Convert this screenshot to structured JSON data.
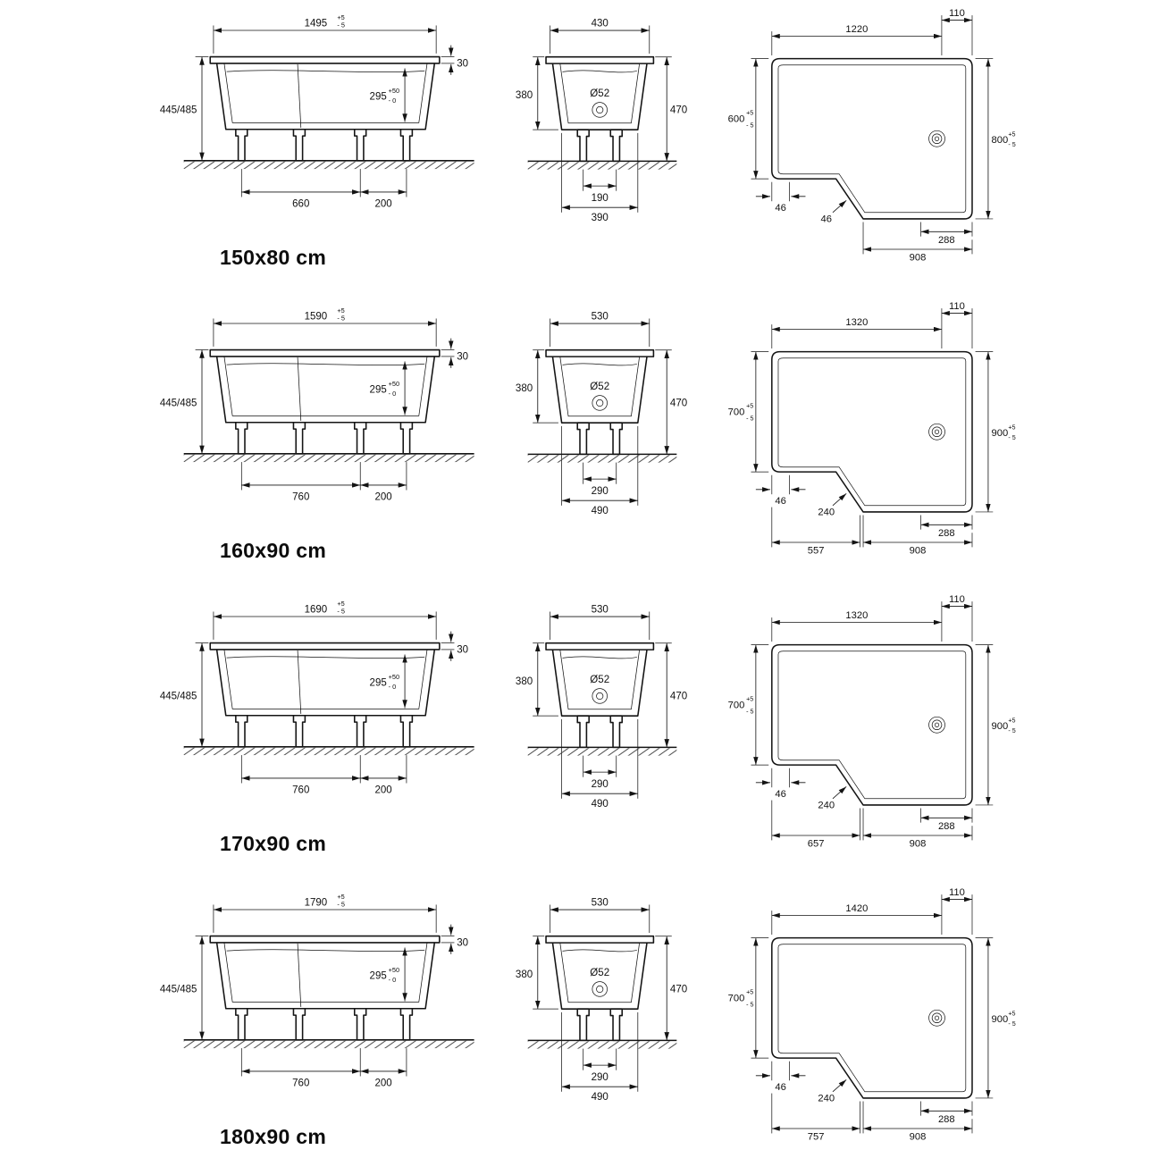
{
  "page": {
    "background": "#ffffff",
    "line_color": "#141414"
  },
  "rows": [
    {
      "label": "150x80 cm",
      "side": {
        "length": "1495",
        "tol_p": "+5",
        "tol_m": "- 5",
        "height": "445/485",
        "rim": "30",
        "depth": "295",
        "depth_tol_p": "+50",
        "depth_tol_m": "- 0",
        "feet_a": "660",
        "feet_b": "200"
      },
      "end": {
        "width": "430",
        "height_left": "380",
        "drain": "Ø52",
        "height_right": "470",
        "feet": "190",
        "base": "390"
      },
      "top": {
        "length": "1220",
        "corner": "110",
        "left": "600",
        "left_tol_p": "+5",
        "left_tol_m": "- 5",
        "right": "800",
        "right_tol_p": "+5",
        "right_tol_m": "- 5",
        "inset": "46",
        "step": "46",
        "shelf": "288",
        "bottom_right": "908",
        "bottom_left": ""
      }
    },
    {
      "label": "160x90 cm",
      "side": {
        "length": "1590",
        "tol_p": "+5",
        "tol_m": "- 5",
        "height": "445/485",
        "rim": "30",
        "depth": "295",
        "depth_tol_p": "+50",
        "depth_tol_m": "- 0",
        "feet_a": "760",
        "feet_b": "200"
      },
      "end": {
        "width": "530",
        "height_left": "380",
        "drain": "Ø52",
        "height_right": "470",
        "feet": "290",
        "base": "490"
      },
      "top": {
        "length": "1320",
        "corner": "110",
        "left": "700",
        "left_tol_p": "+5",
        "left_tol_m": "- 5",
        "right": "900",
        "right_tol_p": "+5",
        "right_tol_m": "- 5",
        "inset": "46",
        "step": "240",
        "shelf": "288",
        "bottom_right": "908",
        "bottom_left": "557"
      }
    },
    {
      "label": "170x90 cm",
      "side": {
        "length": "1690",
        "tol_p": "+5",
        "tol_m": "- 5",
        "height": "445/485",
        "rim": "30",
        "depth": "295",
        "depth_tol_p": "+50",
        "depth_tol_m": "- 0",
        "feet_a": "760",
        "feet_b": "200"
      },
      "end": {
        "width": "530",
        "height_left": "380",
        "drain": "Ø52",
        "height_right": "470",
        "feet": "290",
        "base": "490"
      },
      "top": {
        "length": "1320",
        "corner": "110",
        "left": "700",
        "left_tol_p": "+5",
        "left_tol_m": "- 5",
        "right": "900",
        "right_tol_p": "+5",
        "right_tol_m": "- 5",
        "inset": "46",
        "step": "240",
        "shelf": "288",
        "bottom_right": "908",
        "bottom_left": "657"
      }
    },
    {
      "label": "180x90 cm",
      "side": {
        "length": "1790",
        "tol_p": "+5",
        "tol_m": "- 5",
        "height": "445/485",
        "rim": "30",
        "depth": "295",
        "depth_tol_p": "+50",
        "depth_tol_m": "- 0",
        "feet_a": "760",
        "feet_b": "200"
      },
      "end": {
        "width": "530",
        "height_left": "380",
        "drain": "Ø52",
        "height_right": "470",
        "feet": "290",
        "base": "490"
      },
      "top": {
        "length": "1420",
        "corner": "110",
        "left": "700",
        "left_tol_p": "+5",
        "left_tol_m": "- 5",
        "right": "900",
        "right_tol_p": "+5",
        "right_tol_m": "- 5",
        "inset": "46",
        "step": "240",
        "shelf": "288",
        "bottom_right": "908",
        "bottom_left": "757"
      }
    }
  ]
}
